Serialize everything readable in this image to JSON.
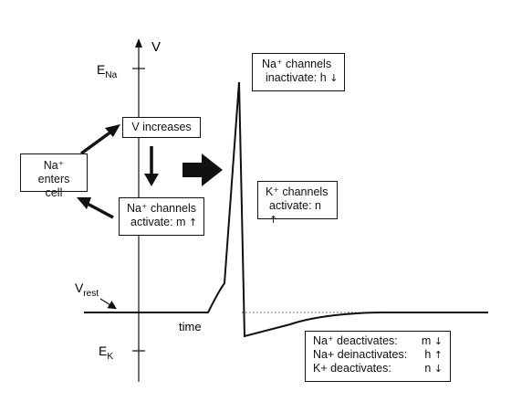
{
  "axis": {
    "v_label": "V",
    "ena_main": "E",
    "ena_sub": "Na",
    "ek_main": "E",
    "ek_sub": "K",
    "vrest_main": "V",
    "vrest_sub": "rest",
    "time_label": "time"
  },
  "boxes": {
    "v_increases": "V increases",
    "na_enters_line1": "Na⁺ enters",
    "na_enters_line2": "cell",
    "na_activate_line1": "Na⁺ channels",
    "na_activate_line2": "activate:  m",
    "na_inactivate_line1": "Na⁺ channels",
    "na_inactivate_line2": "inactivate:  h",
    "k_activate_line1": "K⁺ channels",
    "k_activate_line2": "activate:  n",
    "recovery": [
      {
        "label": "Na⁺  deactivates:",
        "var": "m",
        "dir": "down"
      },
      {
        "label": "Na+ deinactivates:",
        "var": "h",
        "dir": "up"
      },
      {
        "label": "K+  deactivates:",
        "var": "n",
        "dir": "down"
      }
    ]
  },
  "colors": {
    "ink": "#111111",
    "background": "#ffffff"
  }
}
